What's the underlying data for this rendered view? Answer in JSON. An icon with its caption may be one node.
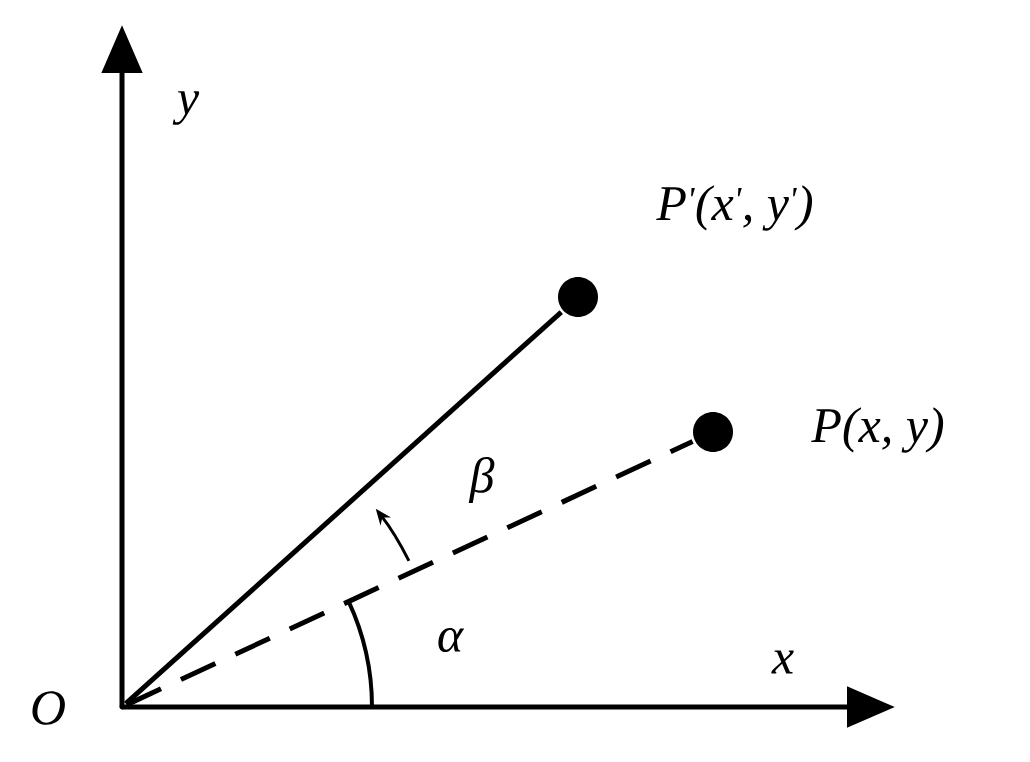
{
  "diagram": {
    "nodes": [
      {
        "text": [],
        "shape": "point",
        "beside": [
          "O"
        ]
      },
      {
        "text": [],
        "shape": "circle",
        "beside": [
          "P$^{'}$(x$^{'}$, y$^{'}$)"
        ]
      },
      {
        "text": [],
        "shape": "circle",
        "beside": [
          "P(x, y)"
        ]
      }
    ],
    "edges": [
      {
        "from": 0,
        "to": 1,
        "arrow": "none"
      },
      {
        "from": 0,
        "to": 2,
        "arrow": "none",
        "style": "dashed"
      }
    ],
    "labels": [
      "y",
      "β",
      "α",
      "x"
    ]
  }
}
